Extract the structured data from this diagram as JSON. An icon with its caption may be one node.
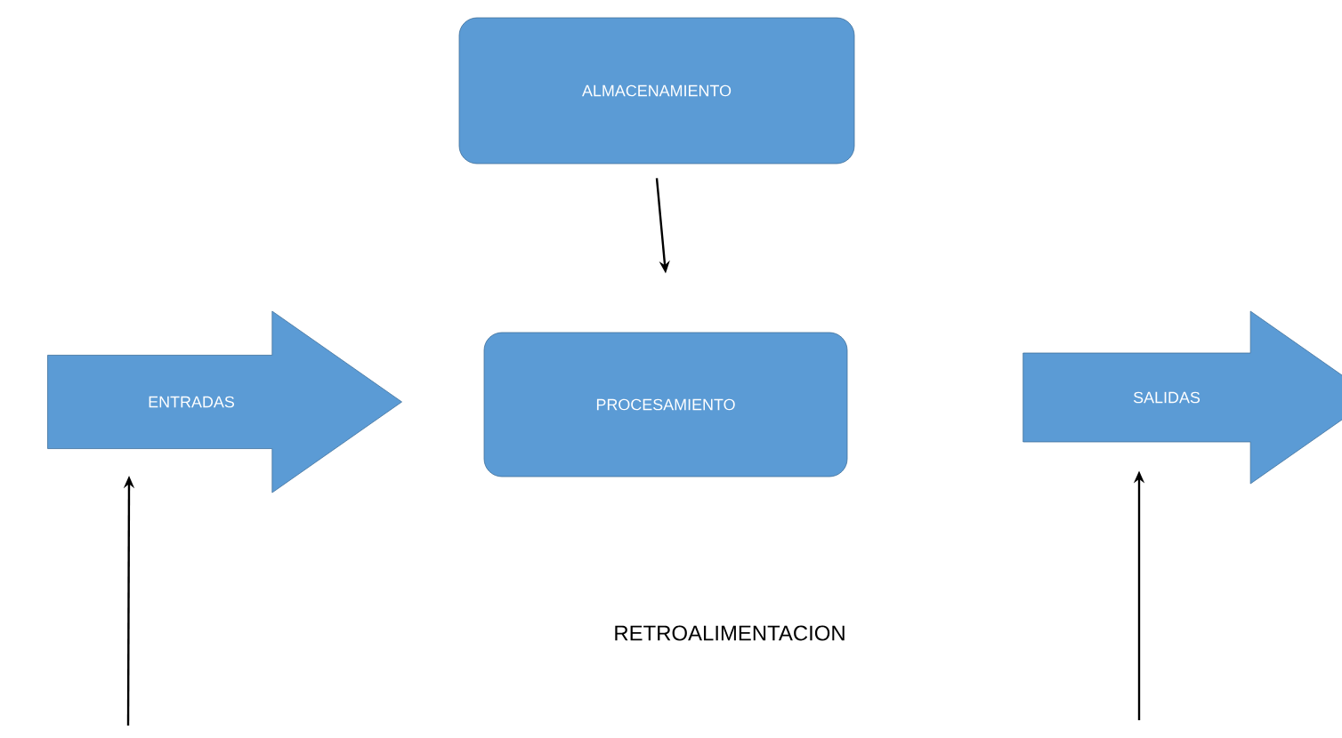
{
  "diagram": {
    "nodes": [
      {
        "text": [
          "ALMACENAMIENTO"
        ]
      },
      {
        "text": [
          "ENTRADAS"
        ]
      },
      {
        "text": [
          "PROCESAMIENTO"
        ]
      },
      {
        "text": [
          "SALIDAS"
        ]
      }
    ],
    "edges": [
      {
        "from": 0,
        "to": 2,
        "arrow": "to"
      },
      {
        "from": null,
        "to": 1,
        "arrow": "to"
      },
      {
        "from": null,
        "to": 3,
        "arrow": "to"
      }
    ],
    "labels": [
      "RETROALIMENTACION"
    ]
  }
}
